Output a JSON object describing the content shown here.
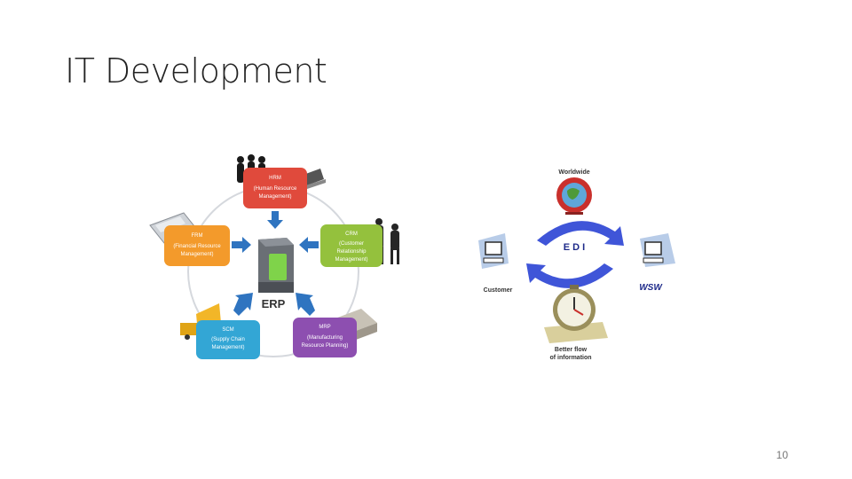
{
  "title": "IT Development",
  "page_number": "10",
  "erp": {
    "center_label": "ERP",
    "modules": [
      {
        "abbr": "HRM",
        "line1": "(Human Resource",
        "line2": "Management)",
        "line3": "",
        "color": "#e04a3c"
      },
      {
        "abbr": "CRM",
        "line1": "(Customer",
        "line2": "Relationship",
        "line3": "Management)",
        "color": "#94c13d"
      },
      {
        "abbr": "MRP",
        "line1": "(Manufacturing",
        "line2": "Resource Planning)",
        "line3": "",
        "color": "#8d4fb0"
      },
      {
        "abbr": "SCM",
        "line1": "(Supply Chain",
        "line2": "Management)",
        "line3": "",
        "color": "#33a6d5"
      },
      {
        "abbr": "FRM",
        "line1": "(Financial Resource",
        "line2": "Management)",
        "line3": "",
        "color": "#f39a2b"
      }
    ],
    "arrow_color": "#2f74c0"
  },
  "edi": {
    "center_label": "E D I",
    "top_label": "Worldwide",
    "left_label": "Customer",
    "right_label": "WSW",
    "bottom_label_1": "Better flow",
    "bottom_label_2": "of information",
    "arrow_color": "#3f55d8"
  }
}
